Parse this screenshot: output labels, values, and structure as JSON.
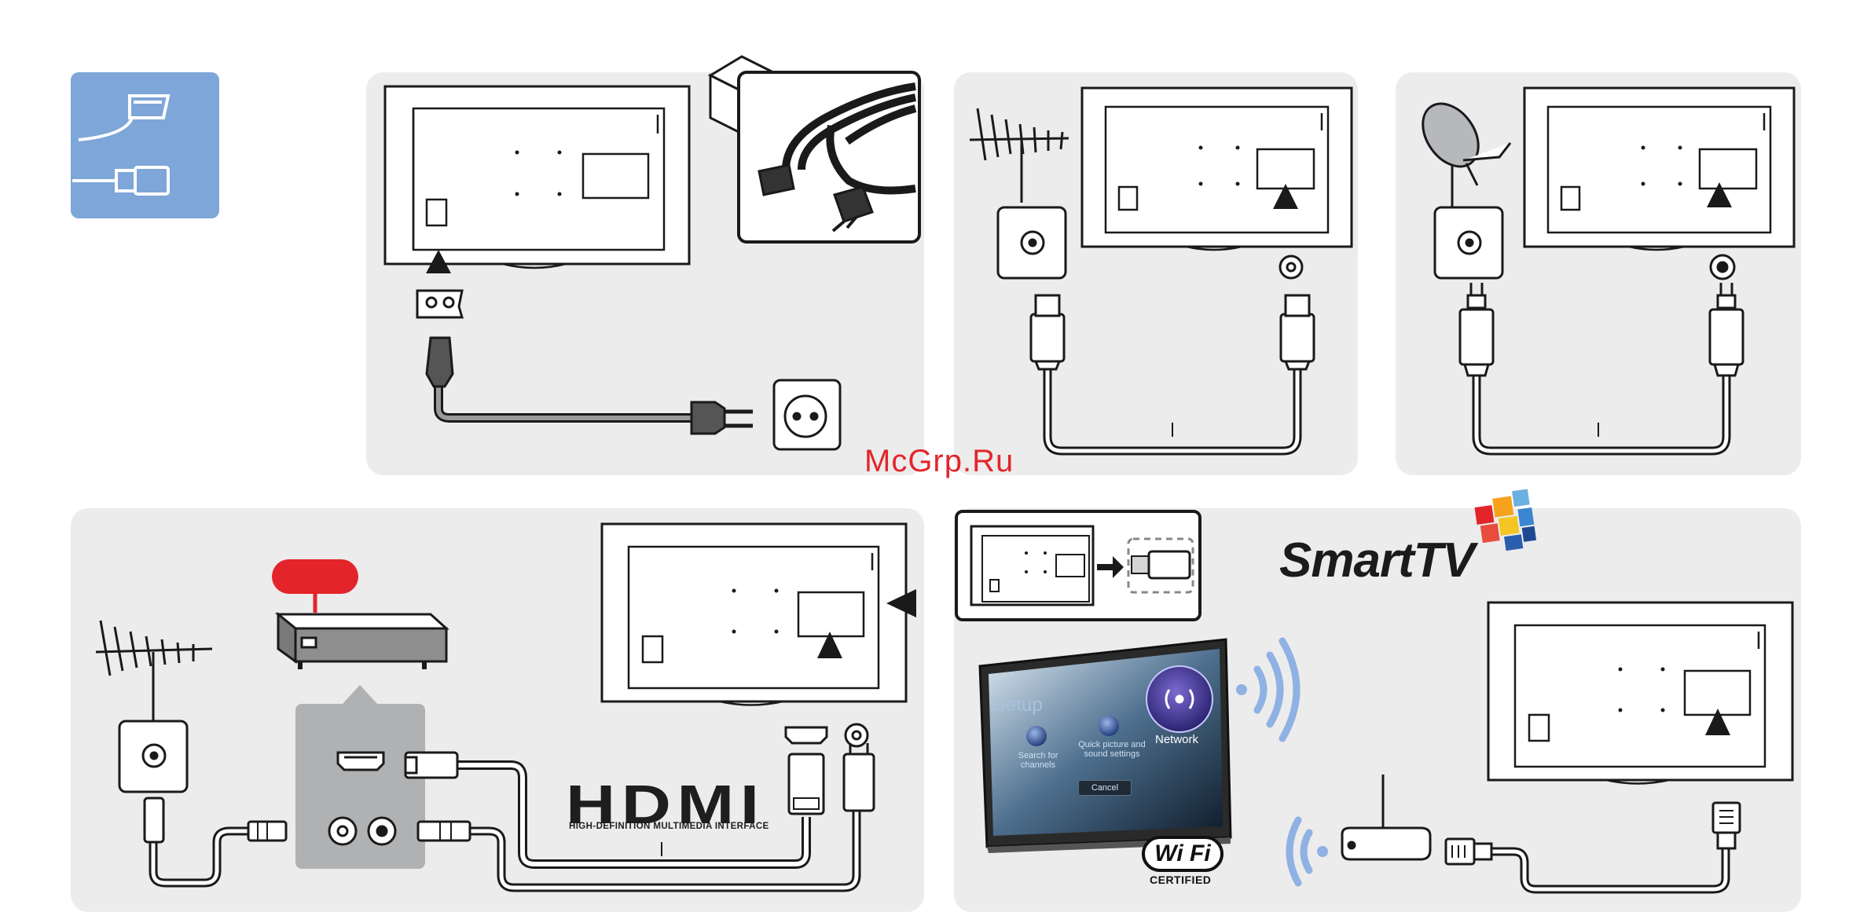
{
  "diagram": {
    "watermark": "McGrp.Ru",
    "smart_tv": {
      "logo": "SmartTV"
    },
    "hdmi_logo": {
      "name": "HDMI",
      "tagline": "HIGH-DEFINITION MULTIMEDIA INTERFACE"
    },
    "wifi_logo": {
      "name": "Wi Fi",
      "certified": "CERTIFIED"
    },
    "tv_screen": {
      "title": "Setup",
      "items": [
        {
          "label": "Search for channels"
        },
        {
          "label": "Quick picture and sound settings"
        },
        {
          "label": "Network"
        }
      ],
      "cancel_label": "Cancel"
    },
    "icons": [
      "scart-connector-icon",
      "hdmi-plug-icon",
      "tv-icon",
      "power-socket-icon",
      "power-cord-icon",
      "box-icon",
      "antenna-icon",
      "satellite-dish-icon",
      "coax-cable-icon",
      "set-top-box-icon",
      "usb-dongle-icon",
      "wifi-waves-icon",
      "router-icon",
      "ethernet-plug-icon",
      "arrow-up-icon"
    ],
    "colors": {
      "panel_bg": "#ececec",
      "badge_blue": "#7ea6d8",
      "red_label": "#e3242b",
      "stb_panel": "#b0b1b3",
      "wifi_wave": "#8fb1e3",
      "line": "#1a1a1a"
    }
  }
}
